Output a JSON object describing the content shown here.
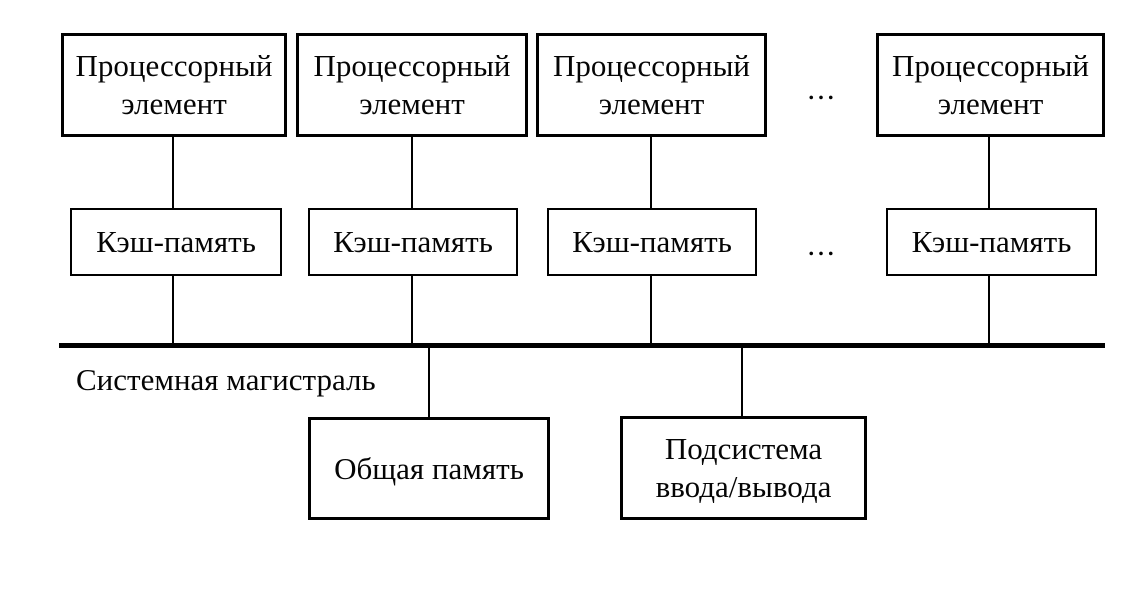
{
  "diagram": {
    "background_color": "#ffffff",
    "line_color": "#000000",
    "text_color": "#000000",
    "ellipsis": "...",
    "processors": [
      {
        "label": "Процессорный элемент"
      },
      {
        "label": "Процессорный элемент"
      },
      {
        "label": "Процессорный элемент"
      },
      {
        "label": "Процессорный элемент"
      }
    ],
    "caches": [
      {
        "label": "Кэш-память"
      },
      {
        "label": "Кэш-память"
      },
      {
        "label": "Кэш-память"
      },
      {
        "label": "Кэш-память"
      }
    ],
    "bus": {
      "label": "Системная магистраль"
    },
    "shared_memory": {
      "label": "Общая память"
    },
    "io_subsystem": {
      "label": "Подсистема ввода/вывода"
    }
  }
}
